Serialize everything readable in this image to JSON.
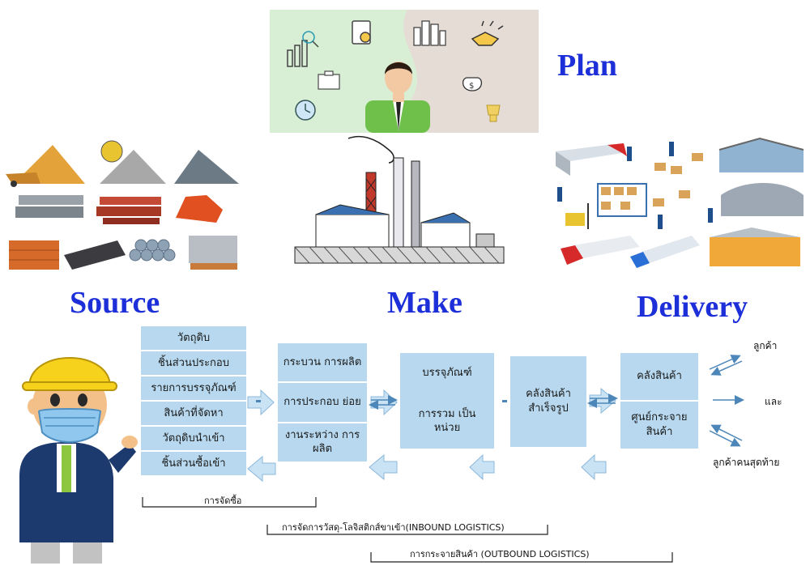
{
  "titles": {
    "plan": "Plan",
    "source": "Source",
    "make": "Make",
    "delivery": "Delivery"
  },
  "flow": {
    "col1": [
      "วัตถุดิบ",
      "ชิ้นส่วนประกอบ",
      "รายการบรรจุภัณฑ์",
      "สินค้าที่จัดหา",
      "วัตถุดิบนำเข้า",
      "ชิ้นส่วนซื้อเข้า"
    ],
    "col2": [
      "กระบวน การผลิต",
      "การประกอบ ย่อย",
      "งานระหว่าง การผลิต"
    ],
    "col3": [
      "บรรจุภัณฑ์",
      "การรวม เป็นหน่วย"
    ],
    "col4": [
      "คลังสินค้า สำเร็จรูป"
    ],
    "col5": [
      "คลังสินค้า",
      "ศูนย์กระจาย สินค้า"
    ]
  },
  "customers": {
    "top": "ลูกค้า",
    "middle": "และ",
    "bottom": "ลูกค้าคนสุดท้าย"
  },
  "brackets": {
    "procurement": "การจัดซื้อ",
    "inbound": "การจัดการวัสดุ-โลจิสติกส์ขาเข้า(INBOUND LOGISTICS)",
    "outbound": "การกระจายสินค้า (OUTBOUND LOGISTICS)"
  },
  "colors": {
    "title_blue": "#1c2fd8",
    "box_fill": "#b7d8ee",
    "arrow_fill": "#c9e2f4",
    "plan_bg": "#d8efd6"
  },
  "icons": [
    "businessman-icon",
    "chart-icon",
    "document-icon",
    "city-icon",
    "handshake-icon",
    "money-bag-icon",
    "clock-icon",
    "briefcase-icon",
    "trophy-icon",
    "factory-icon",
    "warehouse-icon",
    "truck-icon",
    "forklift-icon",
    "worker-icon"
  ]
}
